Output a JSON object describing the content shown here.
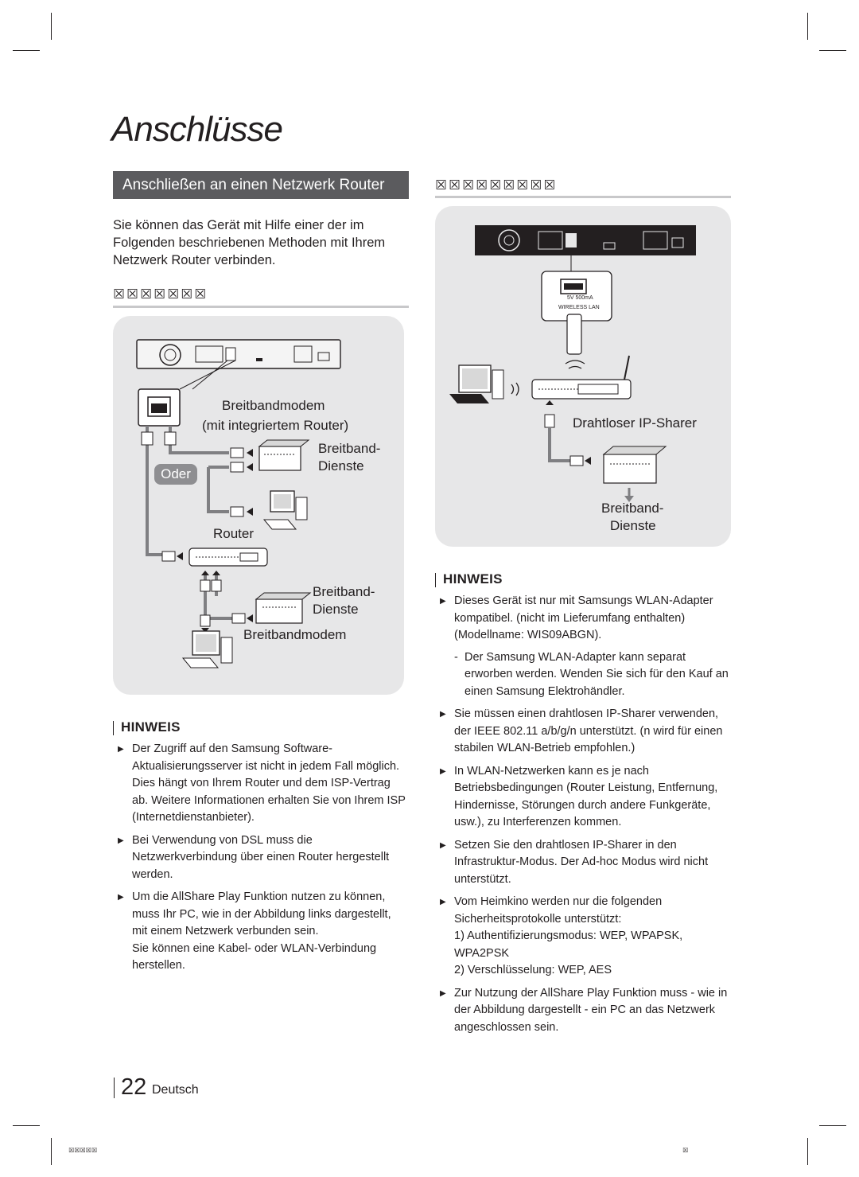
{
  "page": {
    "title": "Anschlüsse",
    "section_title": "Anschließen an einen Netzwerk Router",
    "right_heading_garbled": "☒☒☒☒☒☒☒☒☒",
    "left_subheading_garbled": "☒☒☒☒☒☒☒",
    "intro": "Sie können das Gerät mit Hilfe einer der im Folgenden beschriebenen Methoden mit Ihrem Netzwerk Router verbinden.",
    "page_number": "22",
    "language": "Deutsch",
    "footer_left": "☒☒☒☒☒",
    "footer_right": "☒"
  },
  "wired_diagram": {
    "label_modem": "Breitbandmodem",
    "label_modem_sub": "(mit integriertem Router)",
    "label_services_1a": "Breitband-",
    "label_services_1b": "Dienste",
    "oder": "Oder",
    "label_router": "Router",
    "label_services_2a": "Breitband-",
    "label_services_2b": "Dienste",
    "label_modem_2": "Breitbandmodem"
  },
  "wireless_diagram": {
    "port_rating": "5V 500mA",
    "port_label": "WIRELESS LAN",
    "label_sharer": "Drahtloser IP-Sharer",
    "label_services_a": "Breitband-",
    "label_services_b": "Dienste"
  },
  "left_notes": {
    "title": "HINWEIS",
    "items": [
      {
        "text": "Der Zugriff auf den Samsung Software-Aktualisierungsserver ist nicht in jedem Fall möglich. Dies hängt von Ihrem Router und dem ISP-Vertrag ab. Weitere Informationen erhalten Sie von Ihrem ISP (Internetdienstanbieter)."
      },
      {
        "text": "Bei Verwendung von DSL muss die Netzwerkverbindung über einen Router hergestellt werden."
      },
      {
        "text": "Um die AllShare Play Funktion nutzen zu können, muss Ihr PC, wie in der Abbildung links dargestellt, mit einem Netzwerk verbunden sein.",
        "sub": "Sie können eine Kabel- oder WLAN-Verbindung herstellen."
      }
    ]
  },
  "right_notes": {
    "title": "HINWEIS",
    "items": [
      {
        "text": "Dieses Gerät ist nur mit Samsungs WLAN-Adapter kompatibel. (nicht im Lieferumfang enthalten) (Modellname: WIS09ABGN).",
        "dash": "Der Samsung WLAN-Adapter kann separat erworben werden. Wenden Sie sich für den Kauf an einen Samsung Elektrohändler."
      },
      {
        "text": "Sie müssen einen drahtlosen IP-Sharer verwenden, der IEEE 802.11 a/b/g/n unterstützt. (n wird für einen stabilen WLAN-Betrieb empfohlen.)"
      },
      {
        "text": "In WLAN-Netzwerken kann es je nach Betriebsbedingungen (Router Leistung, Entfernung, Hindernisse, Störungen durch andere Funkgeräte, usw.), zu Interferenzen kommen."
      },
      {
        "text": "Setzen Sie den drahtlosen IP-Sharer in den Infrastruktur-Modus. Der Ad-hoc Modus wird nicht unterstützt."
      },
      {
        "text": "Vom Heimkino werden nur die folgenden Sicherheitsprotokolle unterstützt:",
        "sub1": "1) Authentifizierungsmodus: WEP, WPAPSK, WPA2PSK",
        "sub2": "2) Verschlüsselung: WEP, AES"
      },
      {
        "text": "Zur Nutzung der AllShare Play Funktion muss - wie in der Abbildung dargestellt - ein PC an das Netzwerk angeschlossen sein."
      }
    ]
  },
  "icons": {
    "bullet": "triangle-right-icon",
    "receiver": "receiver-rear-panel-icon",
    "modem": "modem-icon",
    "router": "router-icon",
    "pc": "desktop-pc-icon",
    "lan_port": "lan-port-icon",
    "wlan_adapter": "usb-wlan-adapter-icon",
    "signal": "wifi-signal-icon"
  }
}
